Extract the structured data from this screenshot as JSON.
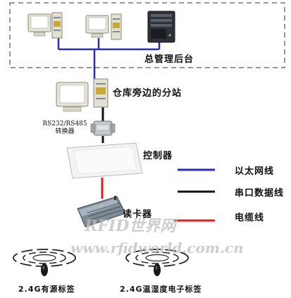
{
  "labels": {
    "headquarters": "总管理后台",
    "branch_station": "仓库旁边的分站",
    "converter_line1": "RS232/RS485",
    "converter_line2": "转换器",
    "controller": "控制器",
    "reader": "读卡器",
    "tag_active": "2.4G有源标签",
    "tag_sensor": "2.4G温湿度电子标签"
  },
  "legend": [
    {
      "label": "以太网线",
      "color": "#2b2bb8"
    },
    {
      "label": "串口数据线",
      "color": "#111111"
    },
    {
      "label": "电缆线",
      "color": "#d62020"
    }
  ],
  "watermark": {
    "brand": "RFID世界网",
    "url": "www.rfidworld.com.cn"
  }
}
